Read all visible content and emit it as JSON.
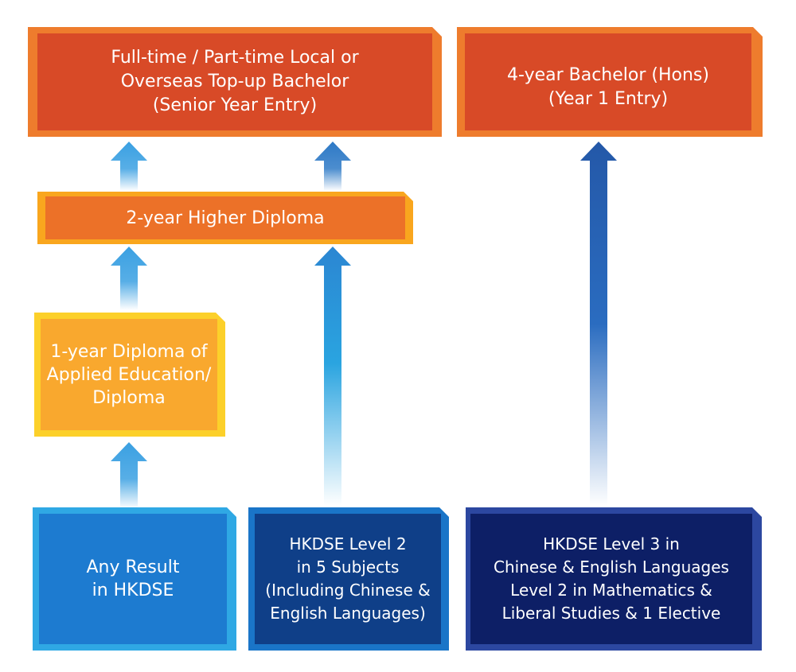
{
  "colors": {
    "red_front": "#d84a27",
    "red_back": "#ee7c2d",
    "orange_front": "#ec7128",
    "orange_back": "#f9a61e",
    "yellow_front": "#f9a82e",
    "yellow_back": "#fcd02a",
    "blue1_front": "#1d7bd0",
    "blue1_back": "#2fa8e4",
    "blue2_front": "#0f3f88",
    "blue2_back": "#1a75c8",
    "blue3_front": "#0d1f66",
    "blue3_back": "#2c47a0",
    "arrow_light": "#3aa0e2",
    "arrow_mid": "#2d79c6",
    "arrow_dark": "#2458a8"
  },
  "boxes": {
    "top_up_bachelor": {
      "lines": [
        "Full-time / Part-time Local or",
        "Overseas Top-up Bachelor",
        "(Senior Year Entry)"
      ]
    },
    "bachelor_hons": {
      "lines": [
        "4-year Bachelor (Hons)",
        "(Year 1 Entry)"
      ]
    },
    "higher_diploma": {
      "lines": [
        "2-year Higher Diploma"
      ]
    },
    "diploma_applied": {
      "lines": [
        "1-year Diploma of",
        "Applied Education/",
        "Diploma"
      ]
    },
    "any_result": {
      "lines": [
        "Any Result",
        "in HKDSE"
      ]
    },
    "level2": {
      "lines": [
        "HKDSE Level 2",
        "in 5 Subjects",
        "(Including Chinese &",
        "English Languages)"
      ]
    },
    "level3": {
      "lines": [
        "HKDSE Level 3 in",
        "Chinese & English Languages",
        "Level 2 in Mathematics &",
        "Liberal Studies & 1 Elective"
      ]
    }
  }
}
